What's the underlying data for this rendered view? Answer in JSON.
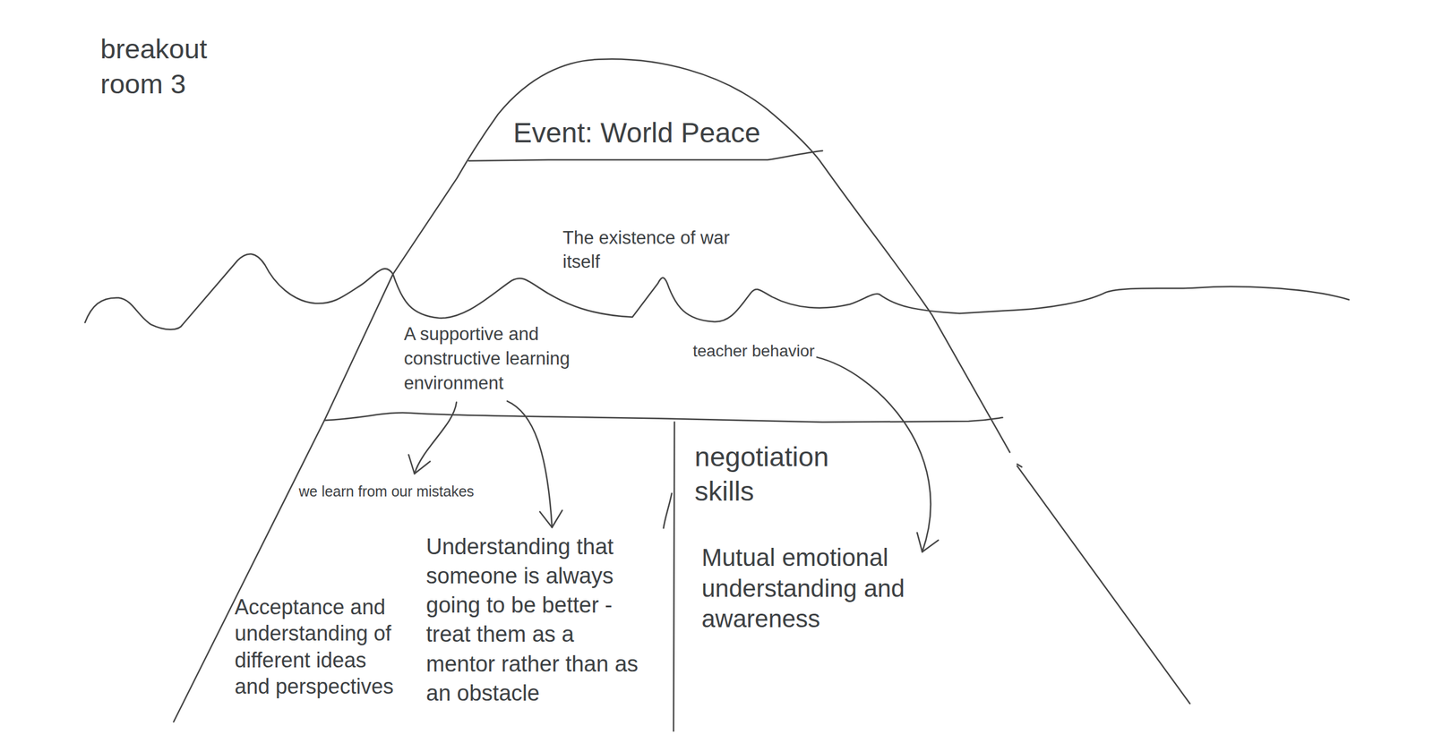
{
  "diagram": {
    "title": "breakout room 3",
    "nodes": [
      {
        "text": [
          "Event: World Peace"
        ]
      },
      {
        "text": [
          "The existence of war itself"
        ]
      },
      {
        "text": [
          "A supportive and constructive learning environment"
        ]
      },
      {
        "text": [
          "teacher behavior"
        ]
      },
      {
        "text": [
          "we learn from our mistakes"
        ]
      },
      {
        "text": [
          "negotiation skills"
        ]
      },
      {
        "text": [
          "Understanding that someone is always going to be better - treat them as a mentor rather than as an obstacle"
        ]
      },
      {
        "text": [
          "Mutual emotional understanding and awareness"
        ]
      },
      {
        "text": [
          "Acceptance and understanding of different ideas and perspectives"
        ]
      }
    ],
    "edges": [
      {
        "from": 2,
        "to": 4,
        "arrow": "to"
      },
      {
        "from": 2,
        "to": 6,
        "arrow": "to"
      },
      {
        "from": 3,
        "to": 7,
        "arrow": "to"
      }
    ]
  }
}
